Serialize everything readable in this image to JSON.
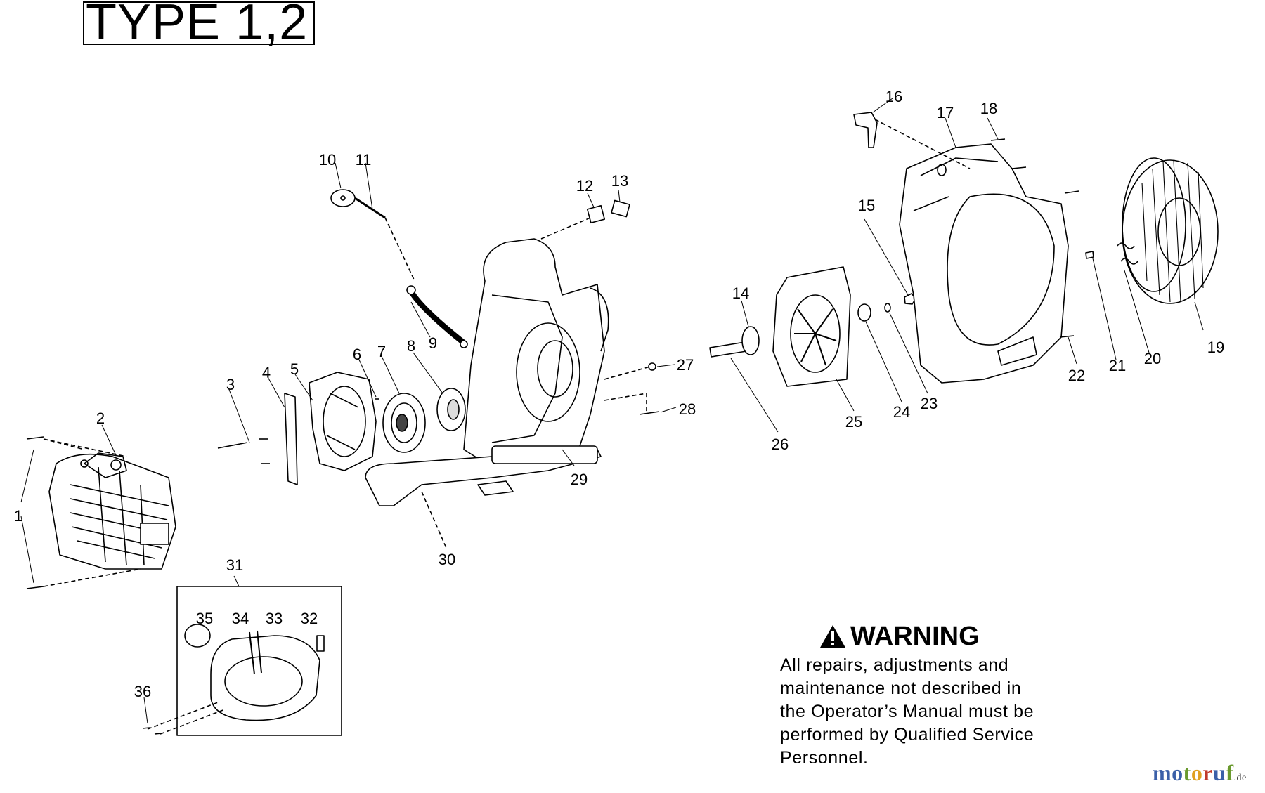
{
  "title": "TYPE 1,2",
  "warning": {
    "heading": "WARNING",
    "lines": [
      "All repairs, adjustments and",
      "maintenance not described in",
      "the Operator’s Manual must be",
      "performed by Qualified Service",
      "Personnel."
    ]
  },
  "logo": {
    "letters": [
      {
        "ch": "m",
        "color": "#3a5fa8"
      },
      {
        "ch": "o",
        "color": "#3a5fa8"
      },
      {
        "ch": "t",
        "color": "#6a9a2e"
      },
      {
        "ch": "o",
        "color": "#e0a020"
      },
      {
        "ch": "r",
        "color": "#c0392b"
      },
      {
        "ch": "u",
        "color": "#3a5fa8"
      },
      {
        "ch": "f",
        "color": "#6a9a2e"
      }
    ],
    "suffix": ".de"
  },
  "callouts": [
    "1",
    "2",
    "3",
    "4",
    "5",
    "6",
    "7",
    "8",
    "9",
    "10",
    "11",
    "12",
    "13",
    "14",
    "15",
    "16",
    "17",
    "18",
    "19",
    "20",
    "21",
    "22",
    "23",
    "24",
    "25",
    "26",
    "27",
    "28",
    "29",
    "30",
    "31",
    "32",
    "33",
    "34",
    "35",
    "36"
  ]
}
